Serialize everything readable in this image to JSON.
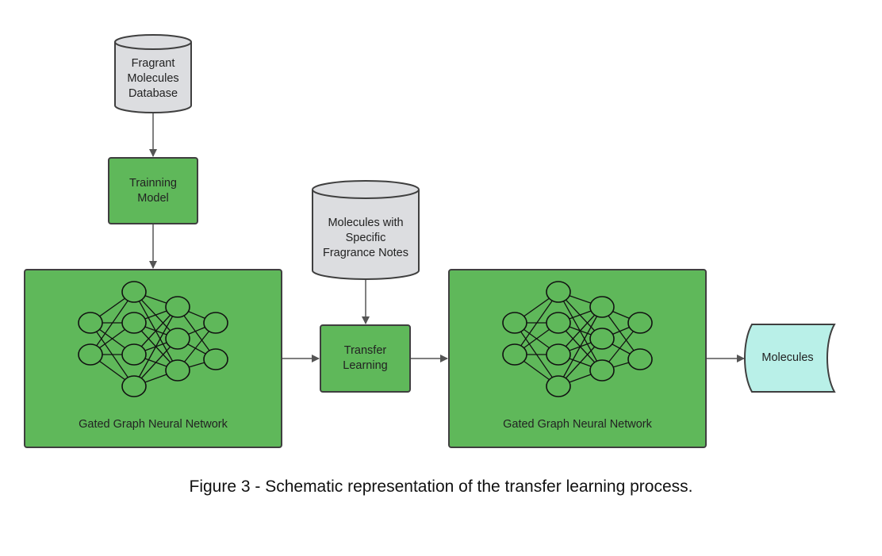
{
  "nodes": {
    "fragrant_db": "Fragrant\nMolecules\nDatabase",
    "training_model": "Trainning\nModel",
    "specific_notes_db": "Molecules with\nSpecific\nFragrance Notes",
    "transfer_learning": "Transfer\nLearning",
    "ggnn_left": "Gated Graph Neural Network",
    "ggnn_right": "Gated Graph Neural Network",
    "output_molecules": "Molecules"
  },
  "caption": "Figure 3 - Schematic representation of the transfer learning process.",
  "colors": {
    "green_fill": "#5fb85a",
    "green_stroke": "#3f3f3f",
    "db_fill": "#dcdde0",
    "output_fill": "#b9f0e8",
    "edge": "#555555"
  }
}
